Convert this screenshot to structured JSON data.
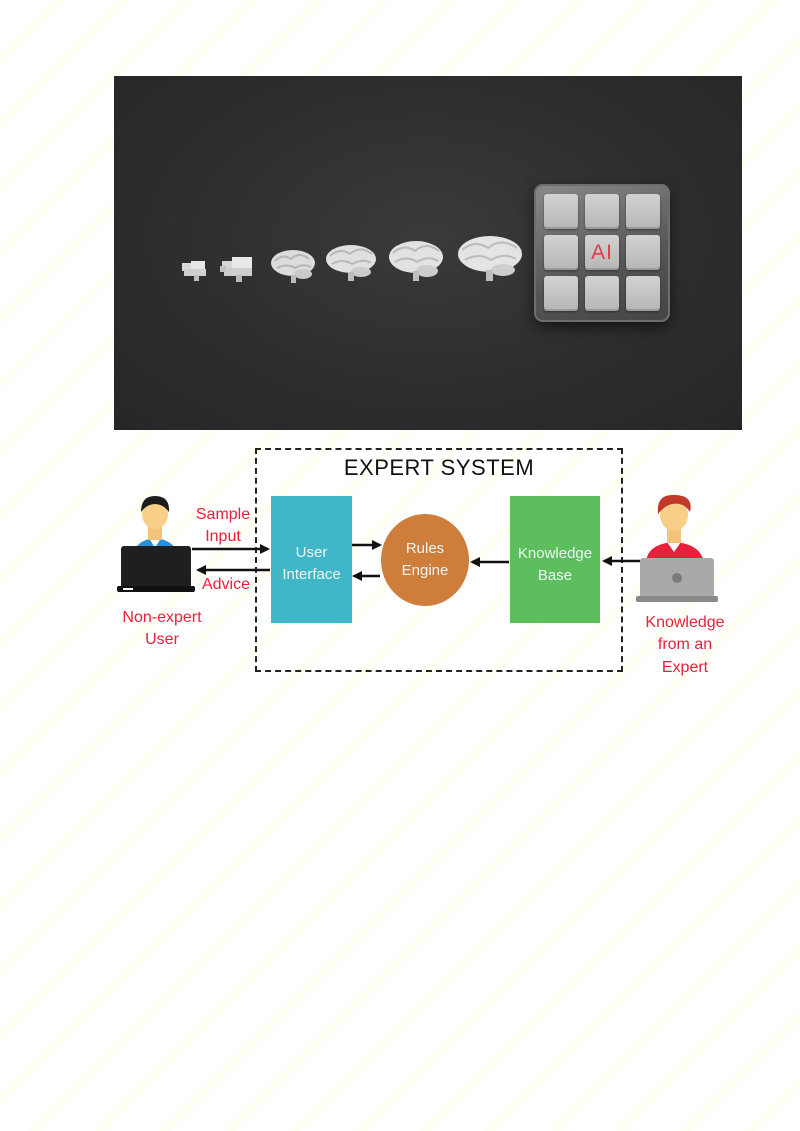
{
  "photo": {
    "ai_chip_label": "AI"
  },
  "diagram": {
    "title": "EXPERT SYSTEM",
    "user_interface": [
      "User",
      "Interface"
    ],
    "rules_engine": [
      "Rules",
      "Engine"
    ],
    "knowledge_base": [
      "Knowledge",
      "Base"
    ],
    "sample_input": [
      "Sample",
      "Input"
    ],
    "advice": "Advice",
    "non_expert_user": [
      "Non-expert",
      "User"
    ],
    "expert_knowledge": [
      "Knowledge",
      "from an",
      "Expert"
    ]
  },
  "colors": {
    "user_interface_box": "#3fb7c8",
    "knowledge_base_box": "#5cbe5c",
    "rules_engine_circle": "#cf7d3a",
    "label_red": "#e8213a",
    "photo_background": "#2e2e2e"
  },
  "icons": [
    "brain-icon",
    "ai-chip-icon",
    "person-at-laptop-icon",
    "expert-at-laptop-icon",
    "arrow-icon"
  ]
}
